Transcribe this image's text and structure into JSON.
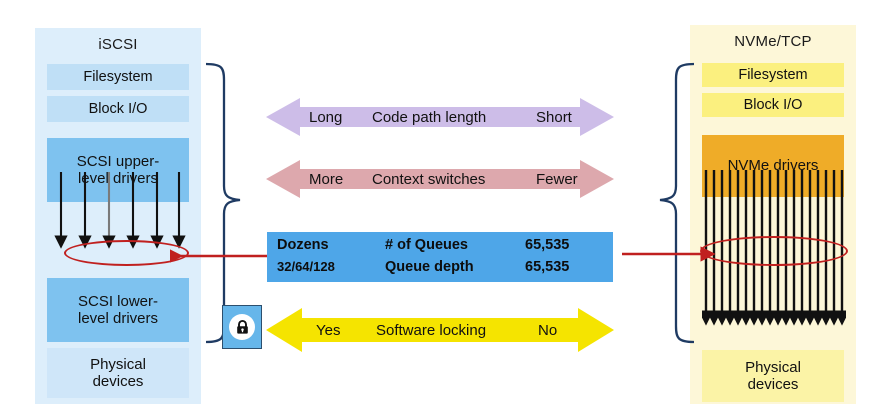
{
  "left_panel": {
    "title": "iSCSI",
    "layers": [
      {
        "name": "filesystem",
        "label": "Filesystem"
      },
      {
        "name": "block-io",
        "label": "Block I/O"
      },
      {
        "name": "scsi-upper-level-drivers",
        "label": "SCSI upper-\nlevel drivers"
      },
      {
        "name": "scsi-lower-level-drivers",
        "label": "SCSI lower-\nlevel drivers"
      },
      {
        "name": "physical-devices",
        "label": "Physical\ndevices"
      }
    ],
    "queue_count": 6,
    "panel_color": "#ddeefb",
    "driver_color": "#7ec2ef"
  },
  "right_panel": {
    "title": "NVMe/TCP",
    "layers": [
      {
        "name": "filesystem",
        "label": "Filesystem"
      },
      {
        "name": "block-io",
        "label": "Block I/O"
      },
      {
        "name": "nvme-drivers",
        "label": "NVMe drivers"
      },
      {
        "name": "physical-devices",
        "label": "Physical\ndevices"
      }
    ],
    "queue_count": 18,
    "panel_color": "#fdf7d8",
    "driver_color": "#efac28"
  },
  "comparisons": [
    {
      "name": "code-path-length",
      "left": "Long",
      "metric": "Code path length",
      "right": "Short",
      "color": "#cdbde8",
      "style": "double-arrow"
    },
    {
      "name": "context-switches",
      "left": "More",
      "metric": "Context switches",
      "right": "Fewer",
      "color": "#dda8ad",
      "style": "double-arrow"
    },
    {
      "name": "software-locking",
      "left": "Yes",
      "metric": "Software locking",
      "right": "No",
      "color": "#f5e400",
      "style": "double-arrow"
    }
  ],
  "queue_table": {
    "name": "queue-comparison-table",
    "background": "#4ea6e8",
    "rows": [
      {
        "left": "Dozens",
        "metric": "# of Queues",
        "right": "65,535"
      },
      {
        "left": "32/64/128",
        "metric": "Queue depth",
        "right": "65,535"
      }
    ]
  },
  "annotations": {
    "lock_badge_icon": "padlock-icon",
    "red_highlight_left": "red-ellipse-iscsi-queues",
    "red_highlight_right": "red-ellipse-nvme-queues",
    "red_accent_color": "#c0201f",
    "brace_color": "#1f3b63"
  }
}
